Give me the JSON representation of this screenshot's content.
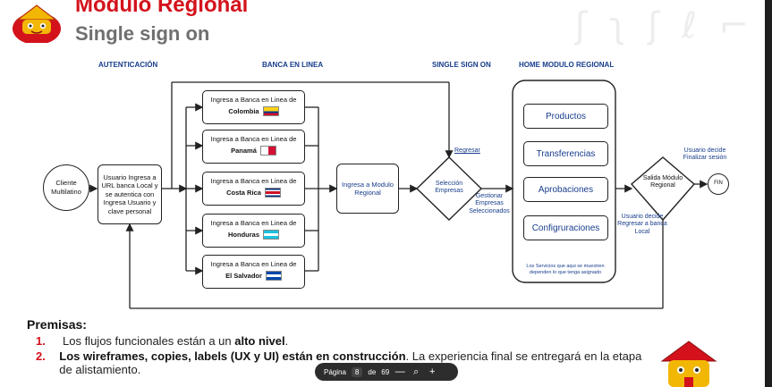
{
  "slide": {
    "title": "Modulo Regional",
    "subtitle": "Single sign on"
  },
  "columns": {
    "auth": "AUTENTICACIÓN",
    "banca": "BANCA EN LINEA",
    "sso": "SINGLE SIGN ON",
    "home": "HOME MODULO REGIONAL"
  },
  "diagram": {
    "cliente": "Cliente Multilatino",
    "login": "Usuario Ingresa a URL banca Local y se autentica con Ingresa Usuario y clave personal",
    "bank_prefix": "Ingresa a Banca en Linea de",
    "banks": [
      {
        "country": "Colombia"
      },
      {
        "country": "Panamá"
      },
      {
        "country": "Costa Rica"
      },
      {
        "country": "Honduras"
      },
      {
        "country": "El Salvador"
      }
    ],
    "ingresa_modulo": "Ingresa a Modulo Regional",
    "seleccion": "Selección Empresas",
    "regresar": "Regresar",
    "gestionar": "Gestionar Empresas Seleccionados",
    "modules": [
      "Productos",
      "Transferencias",
      "Aprobaciones",
      "Configruraciones"
    ],
    "modules_note": "Los Servicios que aqui se muestren dependen lo que tenga asignado",
    "salida": "Salida Módulo Regional",
    "finalizar": "Usuario decide Finalizar sesión",
    "fin": "FIN",
    "regresar_local": "Usuario decide Regresar a banca Local"
  },
  "premisas": {
    "title": "Premisas:",
    "items": [
      {
        "num": "1.",
        "pre": "Los flujos funcionales están a un ",
        "bold": "alto nivel",
        "post": "."
      },
      {
        "num": "2.",
        "pre": "",
        "bold": "Los wireframes, copies, labels (UX y UI) están en construcción",
        "post": ". La experiencia final se entregará en la etapa de alistamiento."
      }
    ]
  },
  "pager": {
    "label": "Página",
    "current": "8",
    "of": "de",
    "total": "69",
    "zoom_out": "—",
    "zoom_icon": "⌕",
    "zoom_in": "+"
  },
  "icons": {
    "logo": "house-logo-icon",
    "mascot": "house-mascot-icon"
  },
  "colors": {
    "brand_red": "#d3121b",
    "brand_blue": "#173d8c",
    "house_yellow": "#f2b705"
  }
}
